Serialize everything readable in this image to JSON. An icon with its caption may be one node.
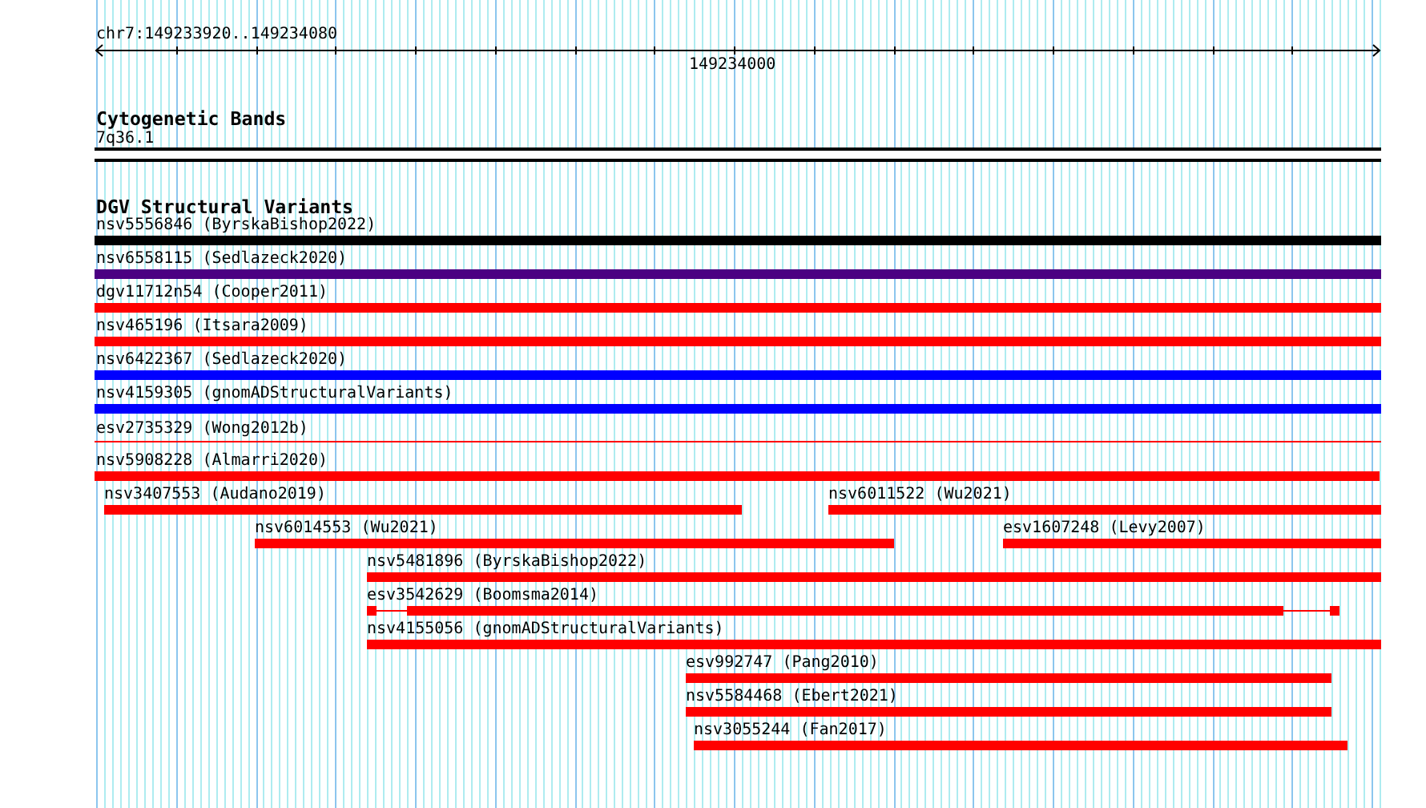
{
  "diagram": {
    "nodes": [
      {
        "text": [
          "7q36.1"
        ]
      },
      {
        "text": [
          "nsv5556846 (ByrskaBishop2022)"
        ]
      },
      {
        "text": [
          "nsv6558115 (Sedlazeck2020)"
        ]
      },
      {
        "text": [
          "dgv11712n54 (Cooper2011)"
        ]
      },
      {
        "text": [
          "nsv465196 (Itsara2009)"
        ]
      },
      {
        "text": [
          "nsv6422367 (Sedlazeck2020)"
        ]
      },
      {
        "text": [
          "nsv4159305 (gnomADStructuralVariants)"
        ]
      },
      {
        "text": [
          "esv2735329 (Wong2012b)"
        ]
      },
      {
        "text": [
          "nsv5908228 (Almarri2020)"
        ]
      },
      {
        "text": [
          "nsv3407553 (Audano2019)"
        ]
      },
      {
        "text": [
          "nsv6011522 (Wu2021)"
        ]
      },
      {
        "text": [
          "nsv6014553 (Wu2021)"
        ]
      },
      {
        "text": [
          "esv1607248 (Levy2007)"
        ]
      },
      {
        "text": [
          "nsv5481896 (ByrskaBishop2022)"
        ]
      },
      {
        "text": [
          "esv3542629 (Boomsma2014)"
        ]
      },
      {
        "text": [
          "nsv4155056 (gnomADStructuralVariants)"
        ]
      },
      {
        "text": [
          "esv992747 (Pang2010)"
        ]
      },
      {
        "text": [
          "nsv5584468 (Ebert2021)"
        ]
      },
      {
        "text": [
          "nsv3055244 (Fan2017)"
        ]
      }
    ],
    "labels": [
      "chr7:149233920..149234080",
      "149234000",
      "Cytogenetic Bands",
      "DGV Structural Variants"
    ]
  }
}
